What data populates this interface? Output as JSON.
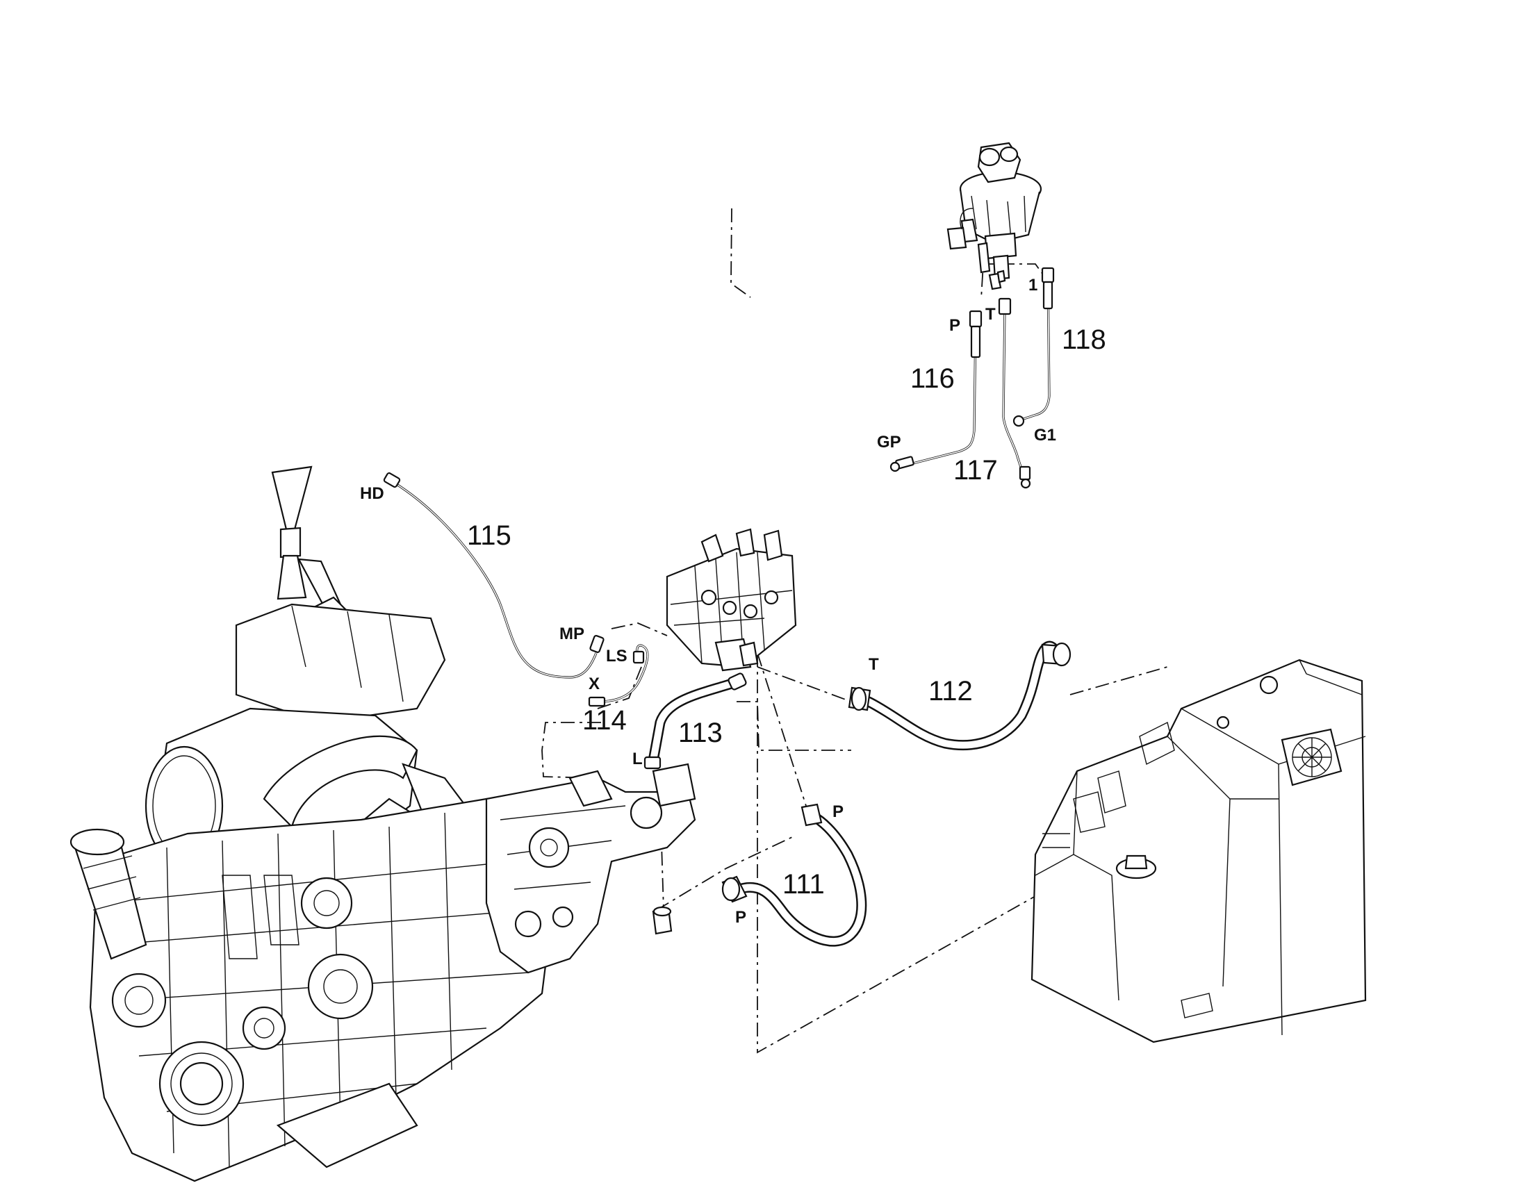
{
  "part_numbers": {
    "n111": "111",
    "n112": "112",
    "n113": "113",
    "n114": "114",
    "n115": "115",
    "n116": "116",
    "n117": "117",
    "n118": "118"
  },
  "ports": {
    "hd": "HD",
    "mp": "MP",
    "ls": "LS",
    "x": "X",
    "l": "L",
    "p_111_top": "P",
    "p_111_bottom": "P",
    "t_112": "T",
    "p_116": "P",
    "t_117": "T",
    "one_118": "1",
    "gp": "GP",
    "g1": "G1"
  }
}
